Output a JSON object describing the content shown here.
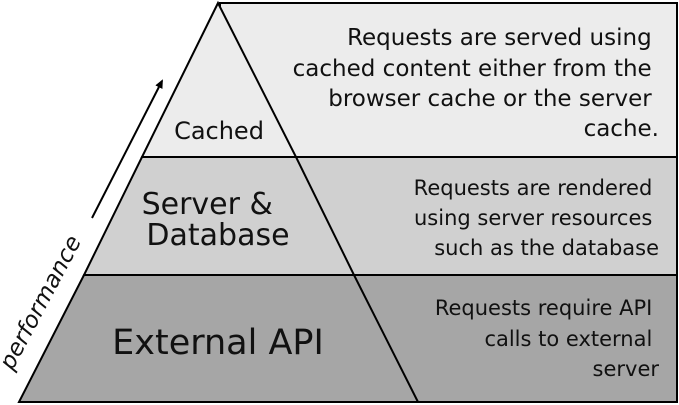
{
  "axis": {
    "label": "performance"
  },
  "tiers": [
    {
      "name": "Cached",
      "fill": "#ececec",
      "description_lines": [
        "Requests are served using",
        "cached content either from the",
        "browser cache or the server",
        "cache."
      ]
    },
    {
      "name_lines": [
        "Server &",
        "Database"
      ],
      "fill": "#d0d0d0",
      "description_lines": [
        "Requests are rendered",
        "using server resources",
        "such as the database"
      ]
    },
    {
      "name": "External API",
      "fill": "#a6a6a6",
      "description_lines": [
        "Requests require API",
        "calls to external",
        "server"
      ]
    }
  ]
}
